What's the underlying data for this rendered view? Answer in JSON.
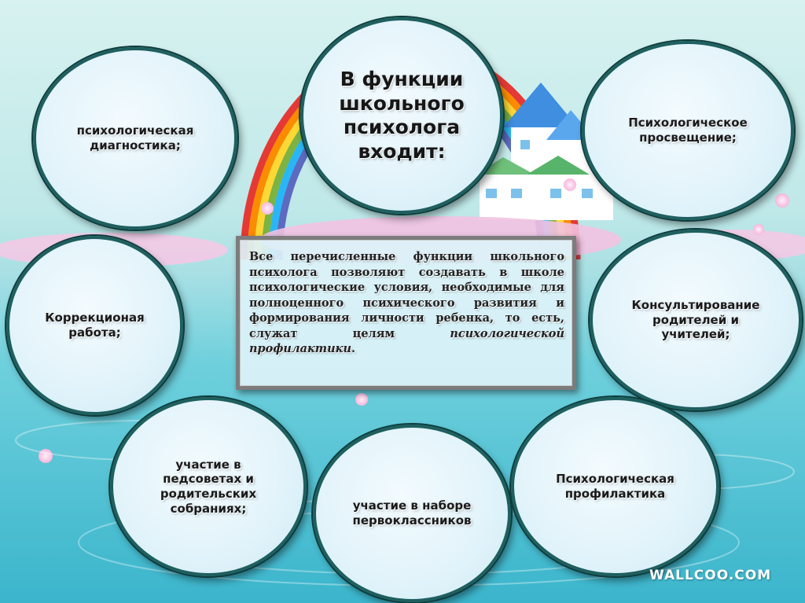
{
  "diagram": {
    "title": "В функции школьного психолога входит:",
    "functions": [
      "психологическая диагностика;",
      "Психологическое просвещение;",
      "Коррекционая работа;",
      "Консультирование родителей и учителей;",
      "участие в педсоветах и родительских собраниях;",
      "участие в наборе первоклассников",
      "Психологическая профилактика"
    ],
    "summary": {
      "text": "Все перечисленные функции школьного психолога позволяют создавать в школе психологические условия, необходимые для полноценного психического развития и формирования личности ребенка, то есть, служат целям ",
      "emphasis": "психологической профилактики",
      "end": "."
    }
  },
  "watermark": "WALLCOO.COM",
  "colors": {
    "sky": "#bfe9ea",
    "water": "#4fc1d3",
    "bubble_fill": "#e6f5fb",
    "bubble_border": "#1f5f5f",
    "box_border": "#7c7c7c"
  }
}
